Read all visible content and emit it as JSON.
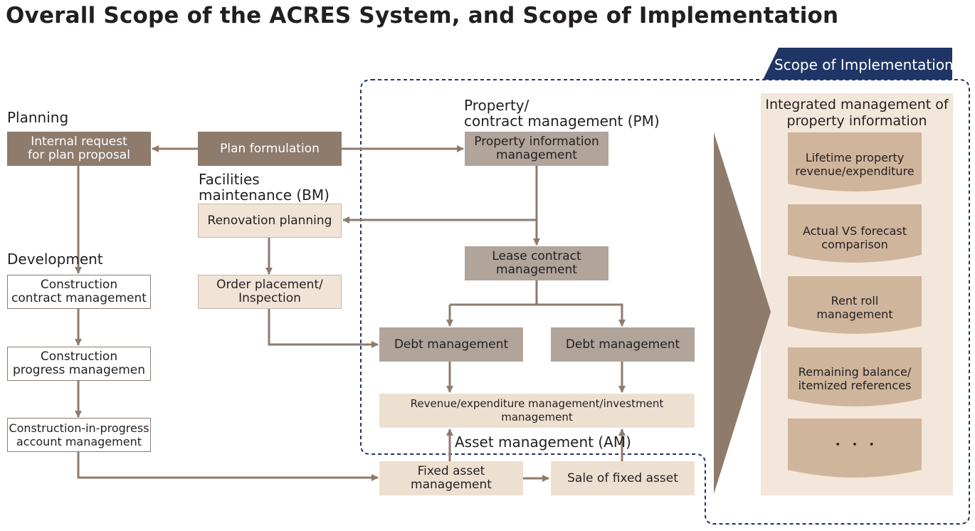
{
  "title": "Overall Scope of the ACRES System, and Scope of Implementation",
  "scope_tab": "Scope of Implementation",
  "sections": {
    "planning": "Planning",
    "development": "Development",
    "pm": "Property/\ncontract management (PM)",
    "bm": "Facilities\nmaintenance (BM)",
    "am": "Asset management (AM)"
  },
  "boxes": {
    "internal_request": "Internal request\nfor plan proposal",
    "plan_formulation": "Plan formulation",
    "property_info": "Property information\nmanagement",
    "renovation_planning": "Renovation planning",
    "lease_contract": "Lease contract\nmanagement",
    "order_placement": "Order placement/\nInspection",
    "construction_contract": "Construction\ncontract management",
    "construction_progress": "Construction\nprogress managemen",
    "cip_account": "Construction-in-progress\naccount management",
    "debt_left": "Debt management",
    "debt_right": "Debt management",
    "revenue": "Revenue/expenditure management/investment management",
    "fixed_asset": "Fixed asset\nmanagement",
    "sale_fixed_asset": "Sale of fixed asset"
  },
  "integrated": {
    "title": "Integrated management of\nproperty information",
    "items": [
      "Lifetime property\nrevenue/expenditure",
      "Actual VS forecast\ncomparison",
      "Rent roll\nmanagement",
      "Remaining balance/\nitemized references",
      "・ ・ ・"
    ]
  },
  "colors": {
    "dark_box": "#8e7b6c",
    "mid_box": "#b0a49b",
    "light_box": "#f1e3d6",
    "arrow": "#8e7b6c",
    "scope_navy": "#1f3565",
    "cylinder": "#cfb59c"
  }
}
